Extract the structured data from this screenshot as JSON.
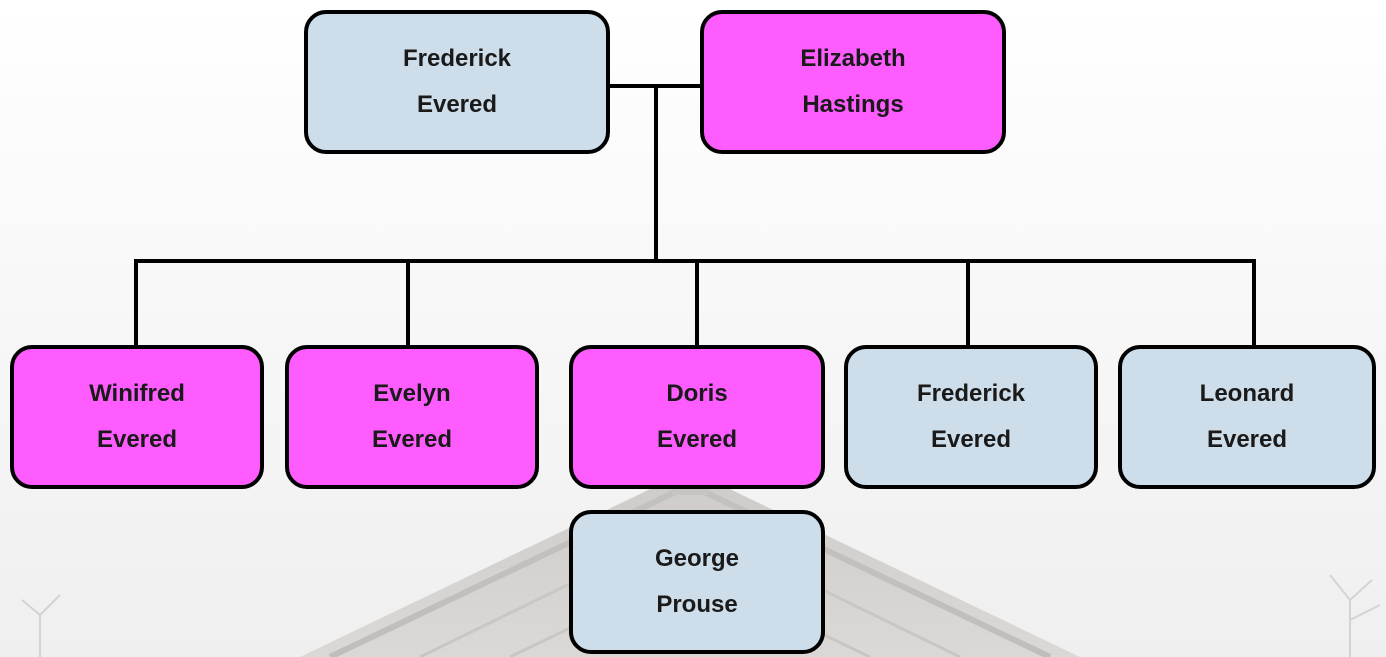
{
  "colors": {
    "male": "#cddde9",
    "female": "#ff5cff",
    "line": "#000000"
  },
  "people": {
    "father": {
      "first": "Frederick",
      "last": "Evered",
      "sex": "male"
    },
    "mother": {
      "first": "Elizabeth",
      "last": "Hastings",
      "sex": "female"
    },
    "winifred": {
      "first": "Winifred",
      "last": "Evered",
      "sex": "female"
    },
    "evelyn": {
      "first": "Evelyn",
      "last": "Evered",
      "sex": "female"
    },
    "doris": {
      "first": "Doris",
      "last": "Evered",
      "sex": "female"
    },
    "frederick_jr": {
      "first": "Frederick",
      "last": "Evered",
      "sex": "male"
    },
    "leonard": {
      "first": "Leonard",
      "last": "Evered",
      "sex": "male"
    },
    "doris_spouse": {
      "first": "George",
      "last": "Prouse",
      "sex": "male"
    }
  }
}
